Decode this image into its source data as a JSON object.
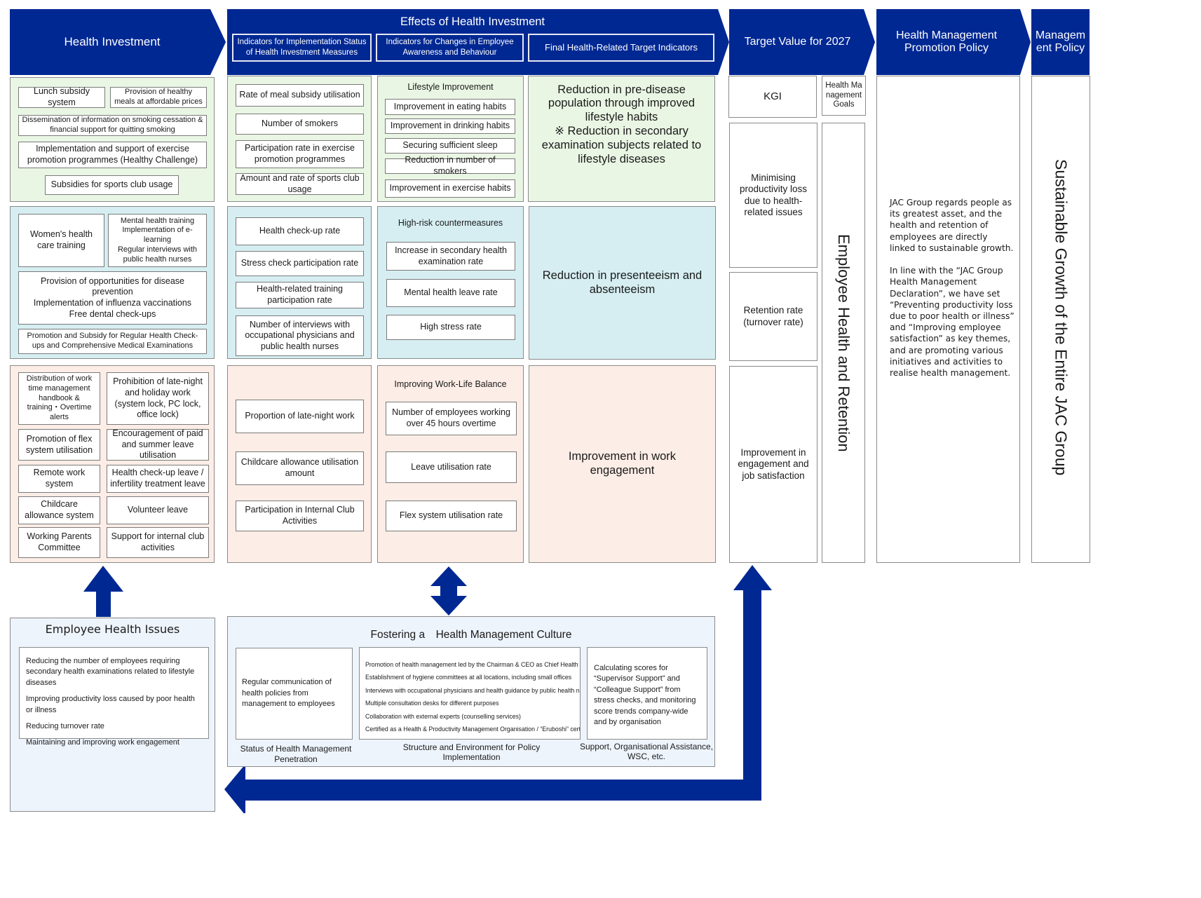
{
  "colors": {
    "navy": "#002893",
    "green_panel": "#eaf6e4",
    "blue_panel": "#d6eef2",
    "peach_panel": "#fcede6",
    "lightblue_panel": "#eef4fc"
  },
  "header": {
    "health_investment": "Health Investment",
    "effects": {
      "title": "Effects of Health Investment",
      "sub1": "Indicators for Implementation Status of Health Investment Measures",
      "sub2": "Indicators for Changes in Employee Awareness and Behaviour",
      "sub3": "Final Health-Related Target Indicators"
    },
    "target_value": "Target Value for 2027",
    "promotion_policy": "Health Management Promotion Policy",
    "management_policy": "Management Policy"
  },
  "health_investment": {
    "green": [
      "Lunch subsidy system",
      "Provision of healthy meals at affordable prices",
      "Dissemination of information on smoking cessation & financial support for quitting smoking",
      "Implementation and support of exercise promotion programmes (Healthy Challenge)",
      "Subsidies for sports club usage"
    ],
    "blue": [
      "Women's health care training",
      "Mental health training\nImplementation of e-learning\nRegular interviews with public health nurses",
      "Provision of opportunities for disease prevention\nImplementation of influenza vaccinations\nFree dental check-ups",
      "Promotion and Subsidy for Regular Health Check-ups and Comprehensive Medical Examinations"
    ],
    "peach": [
      "Distribution of work time management handbook & training・Overtime alerts",
      "Prohibition of late-night and holiday work (system lock, PC lock, office lock)",
      "Promotion of flex system utilisation",
      "Encouragement of paid and summer leave utilisation",
      "Remote work system",
      "Health check-up leave / infertility treatment leave",
      "Childcare allowance system",
      "Volunteer leave",
      "Working Parents Committee",
      "Support for internal club activities"
    ]
  },
  "implementation_indicators": {
    "green": [
      "Rate of meal subsidy utilisation",
      "Number of smokers",
      "Participation rate in exercise promotion programmes",
      "Amount and rate of sports club usage"
    ],
    "blue": [
      "Health check-up rate",
      "Stress check participation rate",
      "Health-related training participation rate",
      "Number of interviews with occupational physicians and public health nurses"
    ],
    "peach": [
      "Proportion of late-night work",
      "Childcare allowance utilisation amount",
      "Participation in Internal Club Activities"
    ]
  },
  "behaviour_indicators": {
    "green": {
      "title": "Lifestyle Improvement",
      "items": [
        "Improvement in eating habits",
        "Improvement in drinking habits",
        "Securing sufficient sleep",
        "Reduction in number of smokers",
        "Improvement in exercise habits"
      ]
    },
    "blue": {
      "title": "High-risk countermeasures",
      "items": [
        "Increase in secondary health examination rate",
        "Mental health leave rate",
        "High stress rate"
      ]
    },
    "peach": {
      "title": "Improving Work-Life Balance",
      "items": [
        "Number of employees working over 45 hours overtime",
        "Leave utilisation rate",
        "Flex system utilisation rate"
      ]
    }
  },
  "final_indicators": {
    "green": "Reduction in pre-disease population through improved lifestyle habits\n※ Reduction in secondary examination subjects related to lifestyle diseases",
    "blue": "Reduction in presenteeism and absenteeism",
    "peach": "Improvement in work engagement"
  },
  "target": {
    "kgi_label": "KGI",
    "goals_label": "Health Management Goals",
    "kgi_items": [
      "Minimising productivity loss due to health-related issues",
      "Retention rate (turnover rate)",
      "Improvement in engagement and job satisfaction"
    ],
    "goal_vertical": "Employee Health and Retention"
  },
  "promotion_policy_text": {
    "p1": "JAC Group regards people as its greatest asset, and the health and retention of employees are directly linked to sustainable growth.",
    "p2": "In line with the “JAC Group Health Management Declaration”, we have set “Preventing productivity loss due to poor health or illness” and “Improving employee satisfaction” as key themes, and are promoting various initiatives and activities to realise health management."
  },
  "management_policy_vertical": "Sustainable Growth of the Entire JAC Group",
  "employee_health_issues": {
    "title": "Employee Health Issues",
    "items": [
      "Reducing the number of employees requiring secondary health examinations related to lifestyle diseases",
      "Improving productivity loss caused by poor health or illness",
      "Reducing turnover rate",
      "Maintaining and improving work engagement"
    ]
  },
  "culture": {
    "title": "Fostering a　Health Management Culture",
    "penetration": {
      "text": "Regular communication of health policies from management to employees",
      "caption": "Status of Health Management Penetration"
    },
    "structure": {
      "items": [
        "Promotion of health management led by the Chairman & CEO as Chief Health Officer",
        "Establishment of hygiene committees at all locations, including small offices",
        "Interviews with occupational physicians and health guidance by public health nurses",
        "Multiple consultation desks for different purposes",
        "Collaboration with external experts (counselling services)",
        " Certified as a Health & Productivity Management Organisation / “Eruboshi” certification"
      ],
      "caption": "Structure and Environment for Policy Implementation"
    },
    "support": {
      "text": "Calculating scores for “Supervisor Support” and “Colleague Support” from stress checks, and monitoring score trends company-wide and by organisation",
      "caption": "Support, Organisational Assistance, WSC, etc."
    }
  }
}
